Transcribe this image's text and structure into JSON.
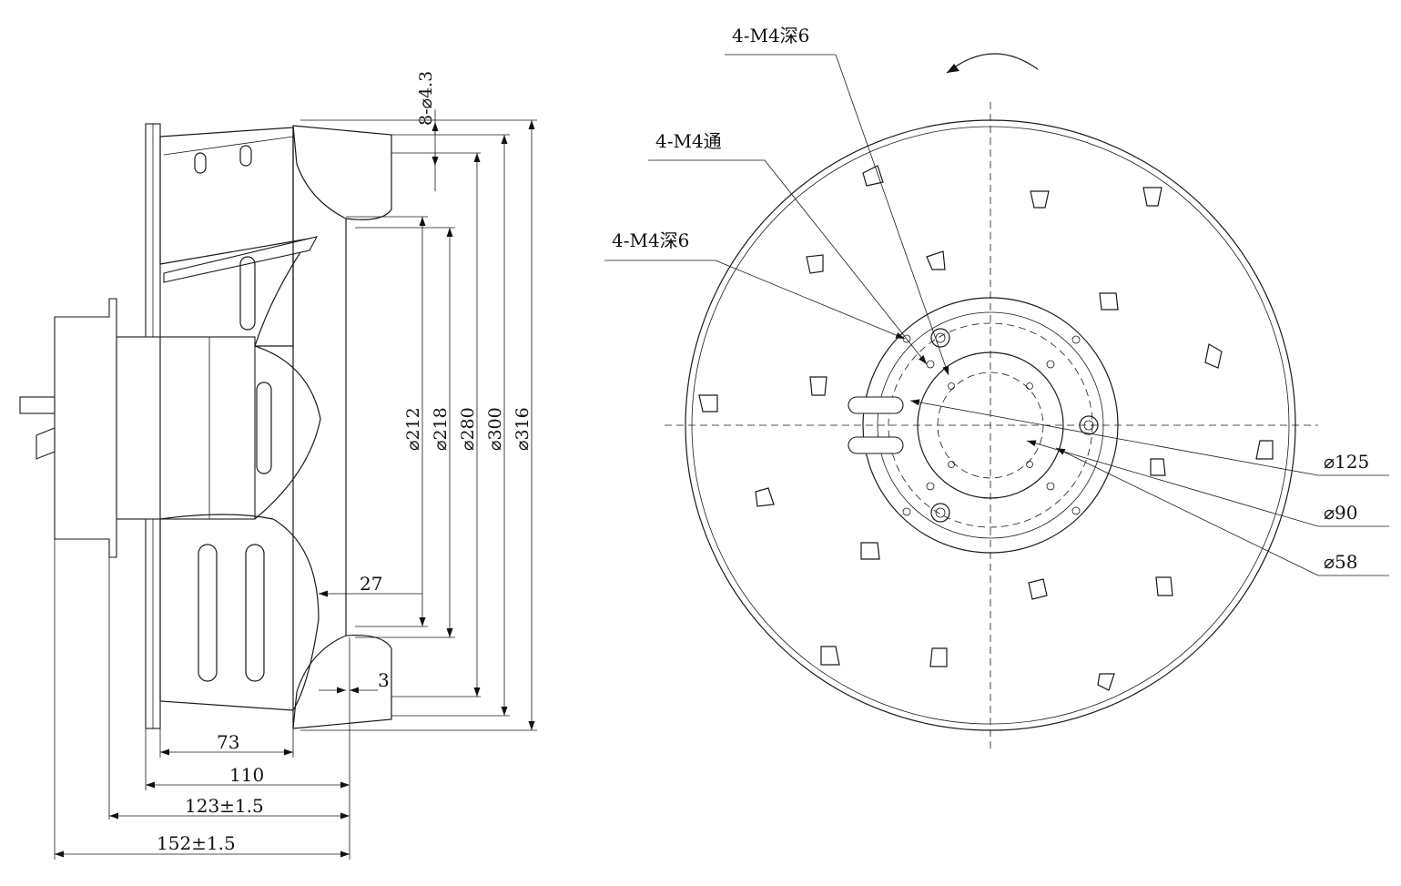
{
  "side_view": {
    "diameters": [
      "⌀212",
      "⌀218",
      "⌀280",
      "⌀300",
      "⌀316"
    ],
    "holes": "8-⌀4.3",
    "dims": {
      "d27": "27",
      "d3": "3",
      "d73": "73",
      "d110": "110",
      "d123": "123±1.5",
      "d152": "152±1.5"
    }
  },
  "front_view": {
    "callouts": [
      "4-M4深6",
      "4-M4通",
      "4-M4深6"
    ],
    "diameters": [
      "⌀125",
      "⌀90",
      "⌀58"
    ]
  }
}
